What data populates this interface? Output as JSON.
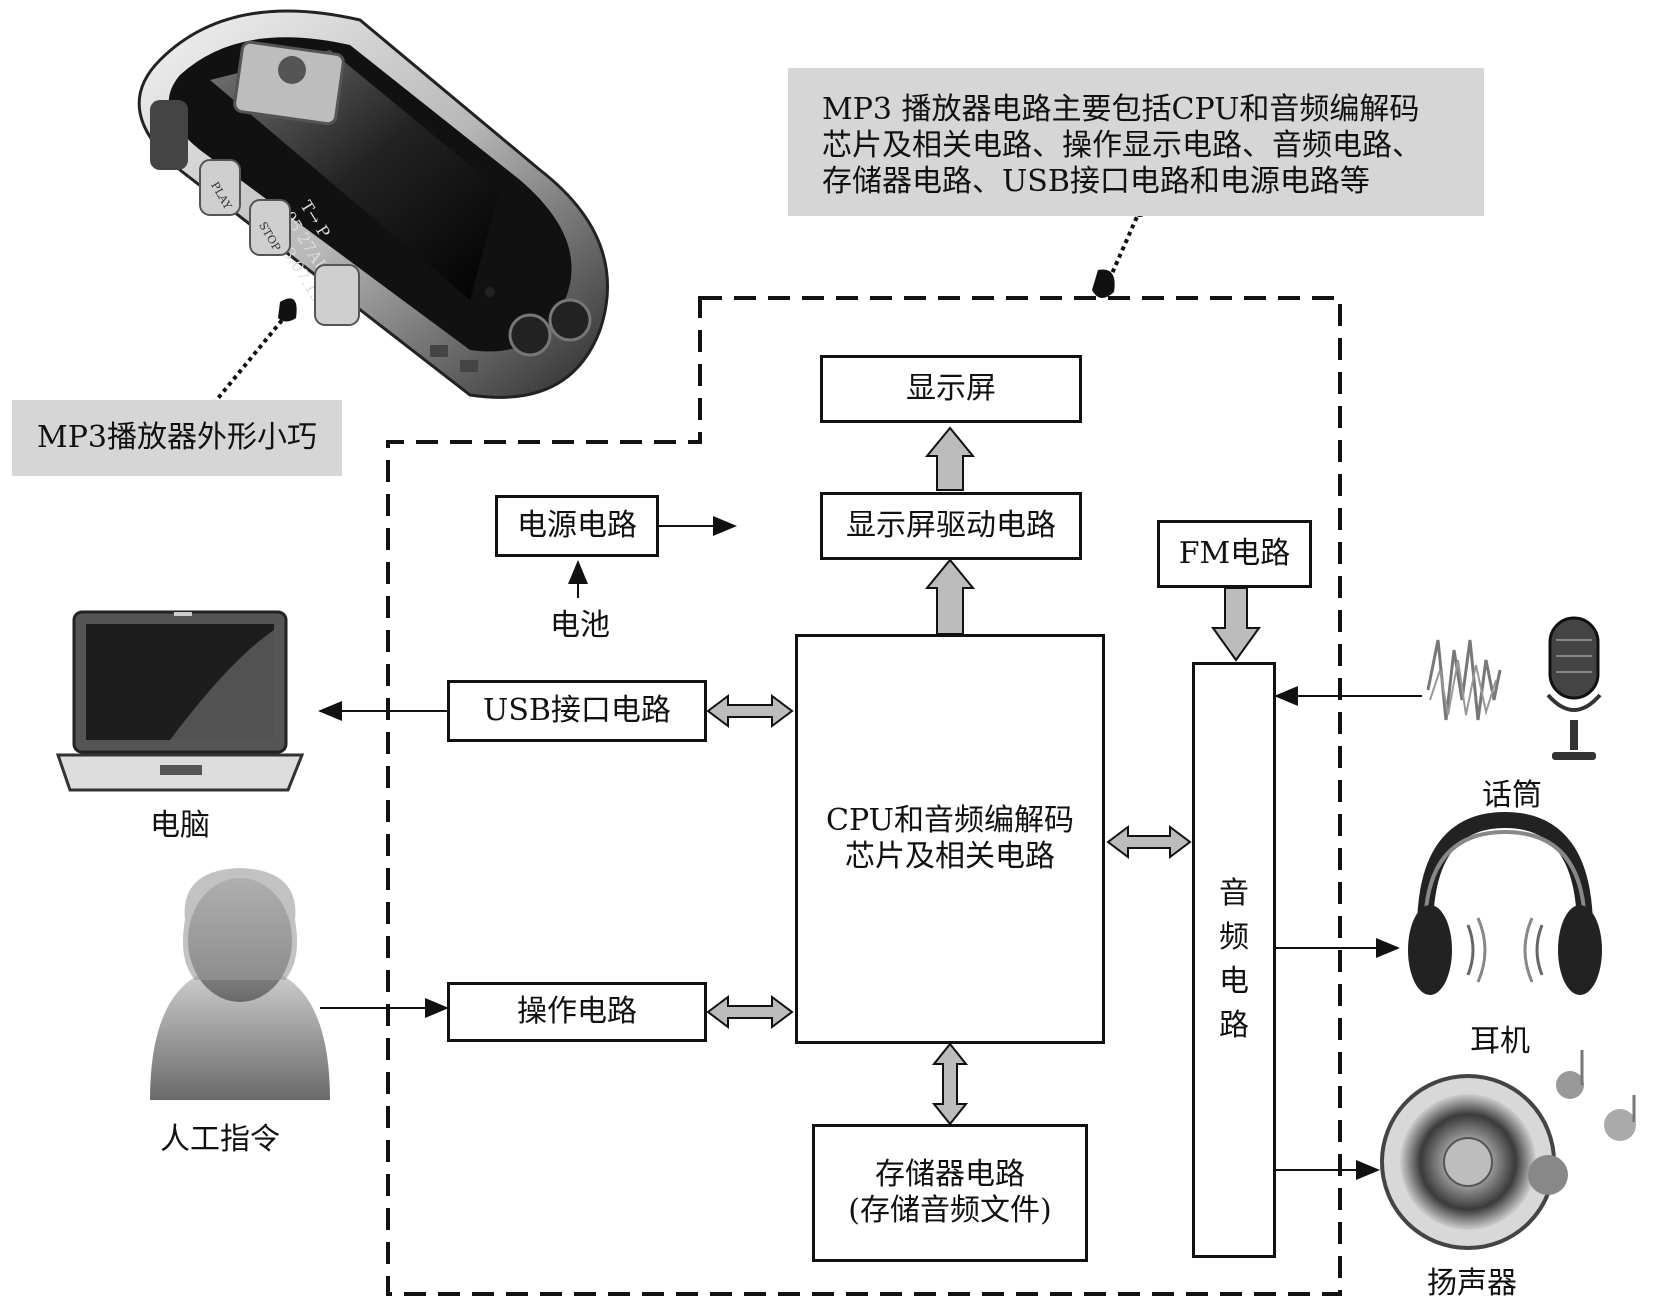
{
  "callouts": {
    "device_note": "MP3播放器外形小巧",
    "circuit_note": [
      "MP3 播放器电路主要包括CPU和音频编解码",
      "芯片及相关电路、操作显示电路、音频电路、",
      "存储器电路、USB接口电路和电源电路等"
    ]
  },
  "blocks": {
    "display": "显示屏",
    "display_driver": "显示屏驱动电路",
    "power": "电源电路",
    "battery": "电池",
    "fm": "FM电路",
    "usb": "USB接口电路",
    "cpu": [
      "CPU和音频编解码",
      "芯片及相关电路"
    ],
    "operation": "操作电路",
    "storage": [
      "存储器电路",
      "(存储音频文件)"
    ],
    "audio": [
      "音",
      "频",
      "电",
      "路"
    ]
  },
  "externals": {
    "computer": "电脑",
    "human": "人工指令",
    "microphone": "话筒",
    "headphones": "耳机",
    "speaker": "扬声器"
  },
  "device_screen": {
    "line1": "T→ P",
    "line2": "05 27AUG",
    "line3": "2003.07.15"
  },
  "device_buttons": {
    "play": "PLAY",
    "stop": "STOP"
  }
}
